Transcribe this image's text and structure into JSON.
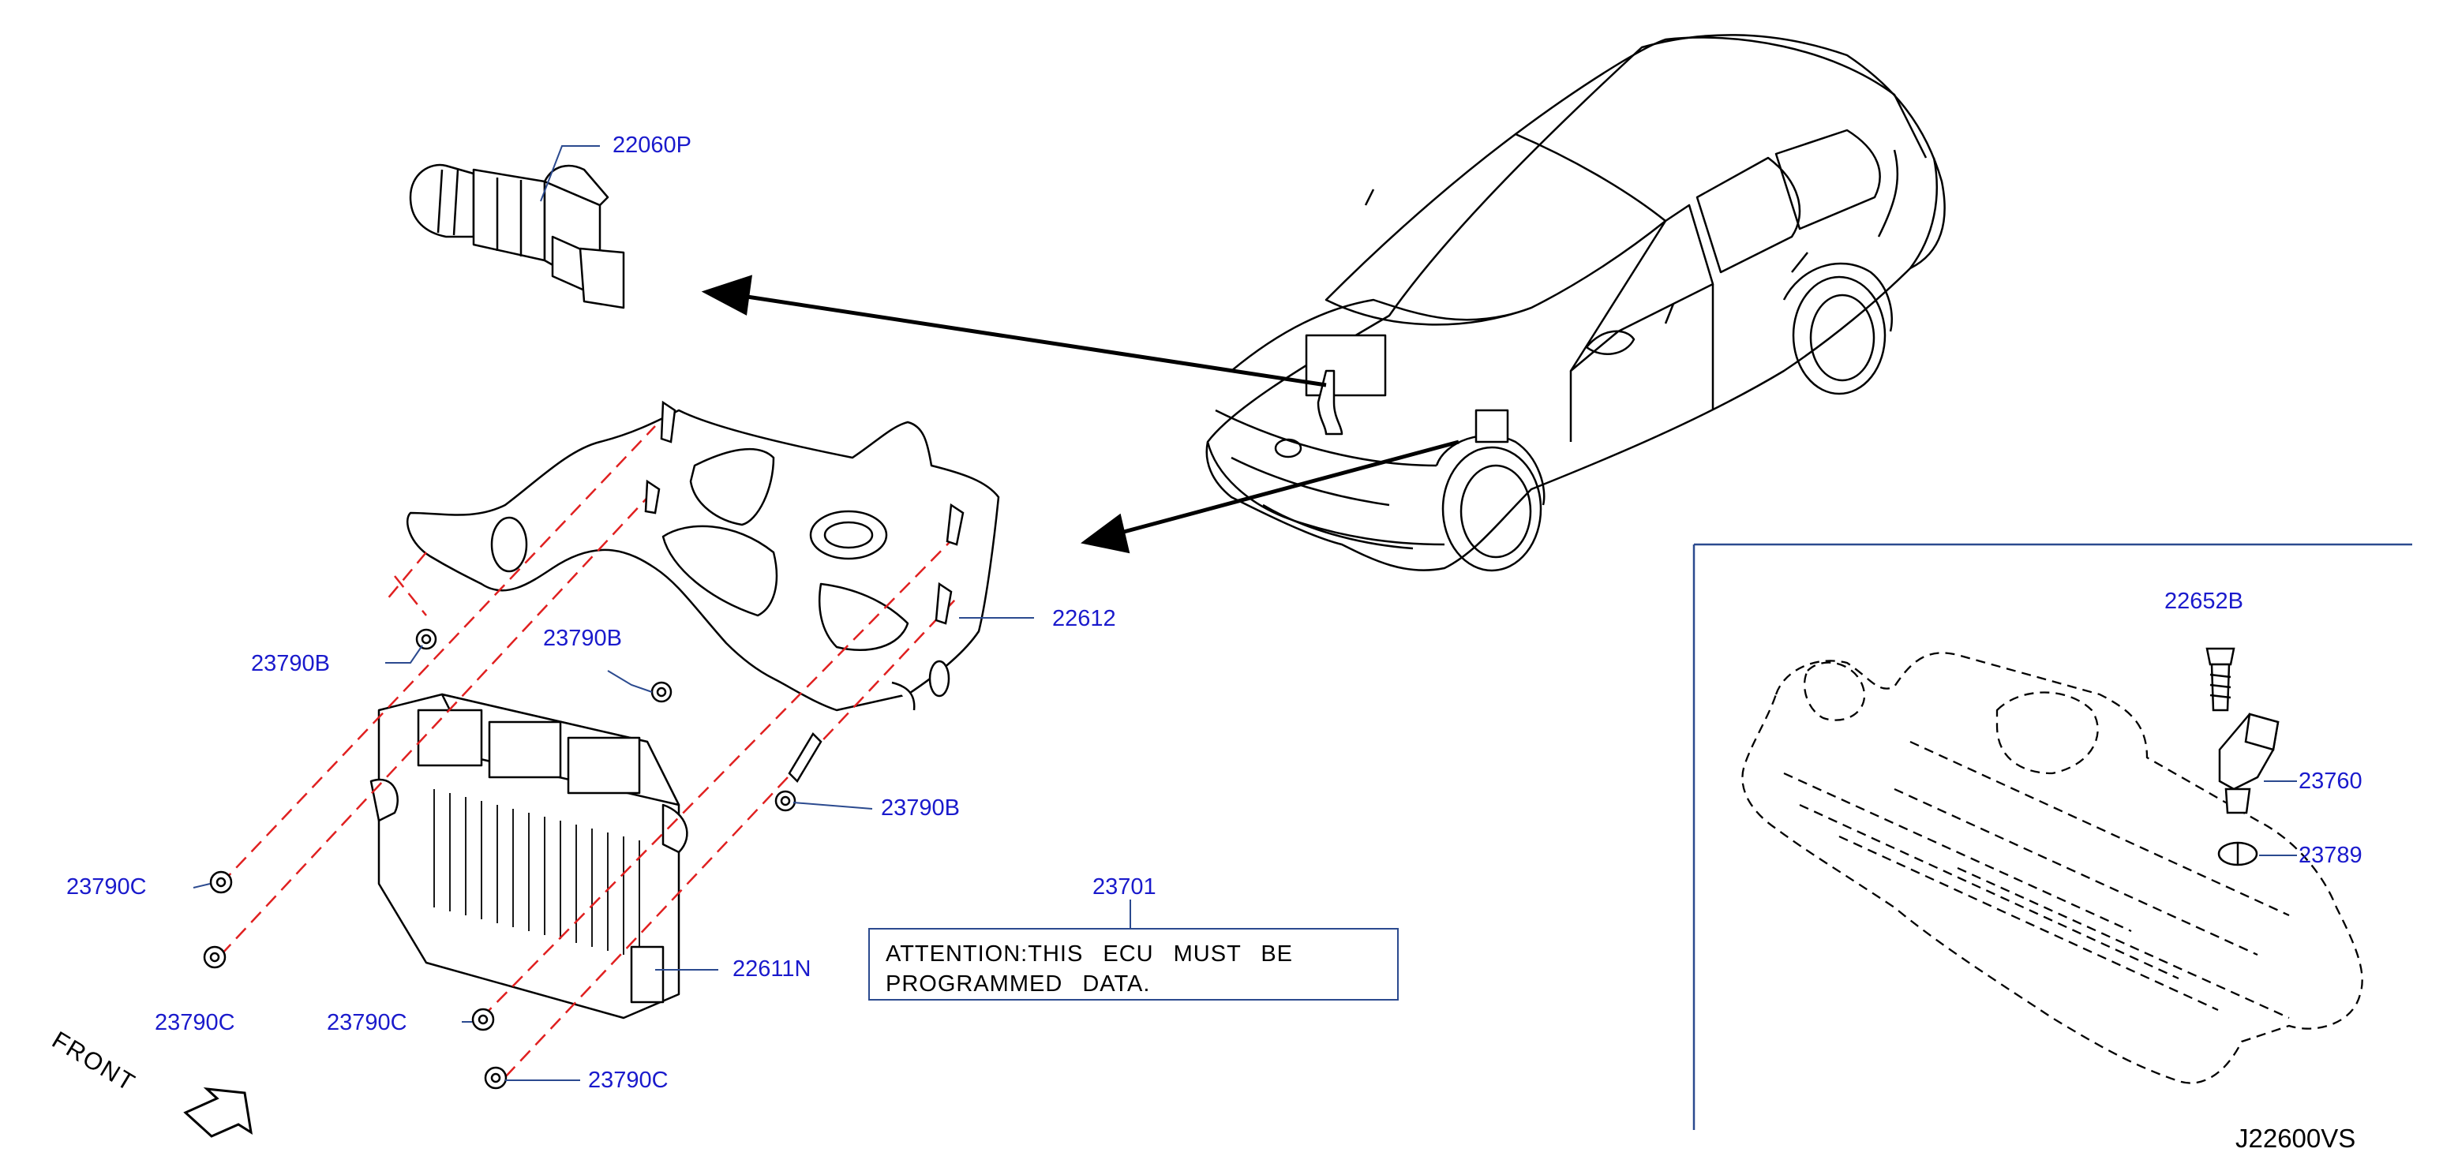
{
  "diagram": {
    "code": "J22600VS",
    "front_label": "FRONT",
    "note": {
      "part": "23701",
      "line1": "ATTENTION:THIS ECU MUST BE",
      "line2": "PROGRAMMED DATA."
    },
    "parts": {
      "sensor_top": "22060P",
      "bracket": "22612",
      "ecu": "22611N",
      "bolt_b_left": "23790B",
      "bolt_b_mid": "23790B",
      "bolt_b_right": "23790B",
      "nut_c_1": "23790C",
      "nut_c_2": "23790C",
      "nut_c_3": "23790C",
      "nut_c_4": "23790C",
      "inset_bolt": "22652B",
      "inset_sensor": "23760",
      "inset_seal": "23789"
    },
    "colors": {
      "label": "#1a1acc",
      "leader": "#2b4a8f",
      "dash": "#e02020",
      "line": "#000000"
    }
  }
}
